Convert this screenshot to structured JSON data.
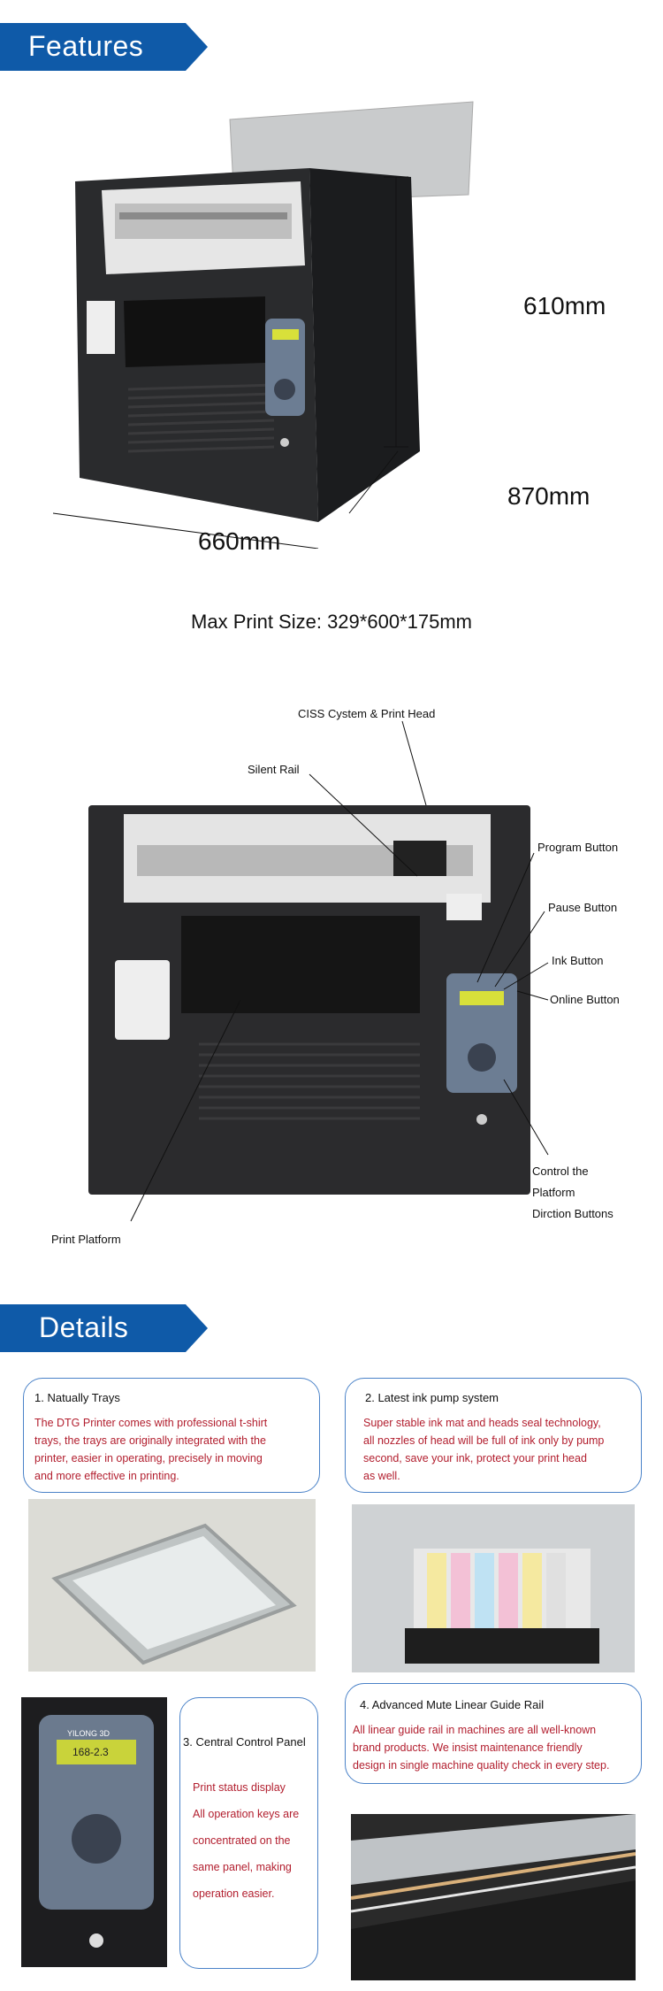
{
  "features_banner": {
    "label": "Features"
  },
  "dimensions": {
    "height": "610mm",
    "depth": "870mm",
    "width": "660mm",
    "max_print_size": "Max Print Size: 329*600*175mm"
  },
  "callouts": {
    "ciss": "CISS Cystem & Print Head",
    "silent_rail": "Silent Rail",
    "program_button": "Program Button",
    "pause_button": "Pause Button",
    "ink_button": "Ink Button",
    "online_button": "Online Button",
    "control_line1": "Control the",
    "control_line2": "Platform",
    "control_line3": "Dirction Buttons",
    "print_platform": "Print Platform"
  },
  "details_banner": {
    "label": "Details"
  },
  "details": [
    {
      "title": "1. Natually  Trays",
      "lines": [
        "The DTG Printer comes with professional t-shirt",
        "trays, the trays are originally integrated with the",
        "printer, easier in operating, precisely in moving",
        "and more effective in printing."
      ]
    },
    {
      "title": "2. Latest ink pump system",
      "lines": [
        "Super stable ink mat and heads seal technology,",
        "all nozzles of head will be full of ink only by pump",
        "second, save your ink, protect your print head",
        "as well."
      ]
    },
    {
      "title": "3. Central Control Panel",
      "lines": [
        "Print status display",
        "All operation keys are",
        "concentrated on the",
        "same panel, making",
        "operation easier."
      ]
    },
    {
      "title": "4. Advanced Mute Linear Guide Rail",
      "lines": [
        "All linear guide rail in machines are all well-known",
        "brand products. We insist maintenance friendly",
        "design in single machine quality check in every step."
      ]
    }
  ],
  "panel": {
    "brand": "YILONG 3D",
    "lcd": "168-2.3"
  },
  "colors": {
    "banner_blue": "#0f5aa8",
    "bubble_border": "#4a82c8",
    "detail_text": "#b21e2e"
  }
}
